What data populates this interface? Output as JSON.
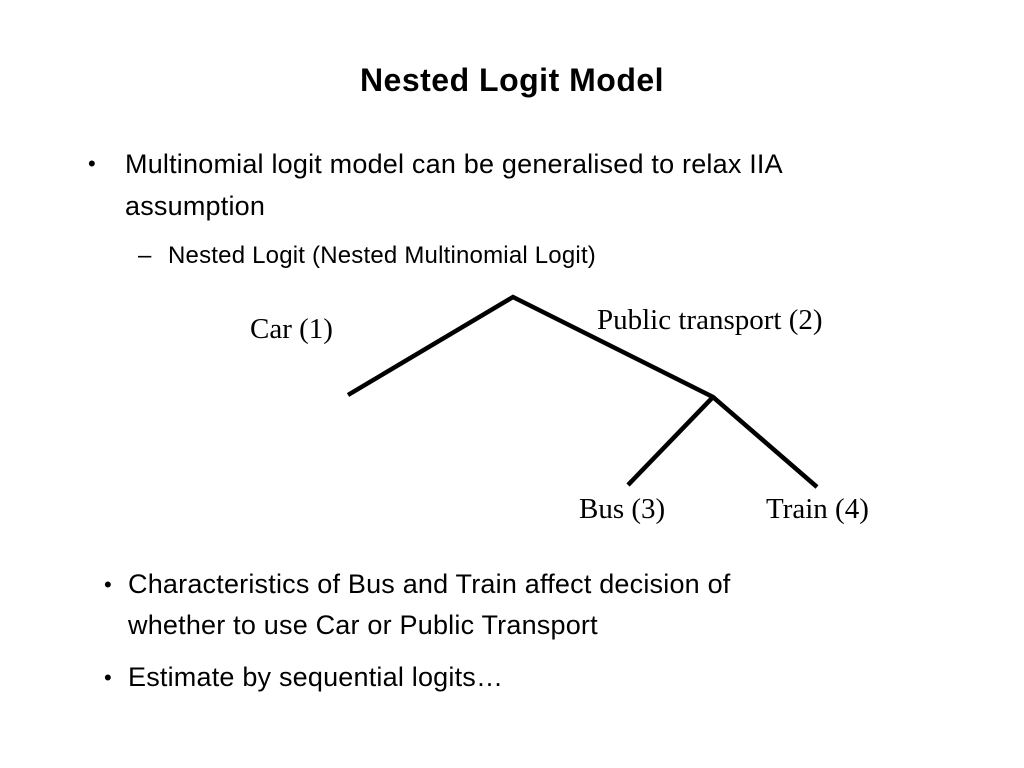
{
  "slide": {
    "title": "Nested Logit Model",
    "bullet_main": {
      "marker": "•",
      "lines": [
        "Multinomial logit model can be generalised to relax IIA",
        "assumption"
      ]
    },
    "sub_bullet": {
      "marker": "–",
      "text": "Nested Logit (Nested Multinomial Logit)"
    },
    "diagram": {
      "type": "tree",
      "nodes": {
        "car": "Car (1)",
        "public_transport": "Public transport (2)",
        "bus": "Bus (3)",
        "train": "Train (4)"
      },
      "edges": [
        [
          "root",
          "Car (1)"
        ],
        [
          "root",
          "Public transport (2)"
        ],
        [
          "Public transport (2)",
          "Bus (3)"
        ],
        [
          "Public transport (2)",
          "Train (4)"
        ]
      ],
      "line_color": "#000000"
    },
    "bullet_characteristics": {
      "marker": "•",
      "lines": [
        "Characteristics of Bus and Train affect decision of",
        "whether to use Car or Public Transport"
      ]
    },
    "bullet_estimate": {
      "marker": "•",
      "text": "Estimate by sequential logits…"
    }
  },
  "colors": {
    "background": "#ffffff",
    "text": "#000000"
  }
}
